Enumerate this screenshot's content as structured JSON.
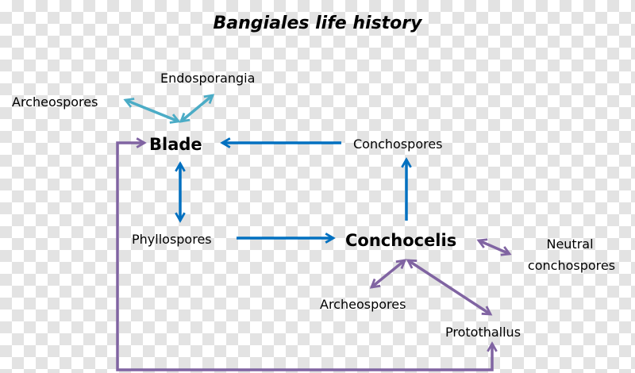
{
  "title": "Bangiales life history",
  "nodes": {
    "endosporangia": "Endosporangia",
    "archeospores_top": "Archeospores",
    "blade": "Blade",
    "conchospores": "Conchospores",
    "phyllospores": "Phyllospores",
    "conchocelis": "Conchocelis",
    "neutral_line1": "Neutral",
    "neutral_line2": "conchospores",
    "archeospores_bottom": "Archeospores",
    "protothallus": "Protothallus"
  },
  "colors": {
    "cyan": "#4bacc6",
    "blue": "#0070c0",
    "purple": "#8064a2"
  }
}
